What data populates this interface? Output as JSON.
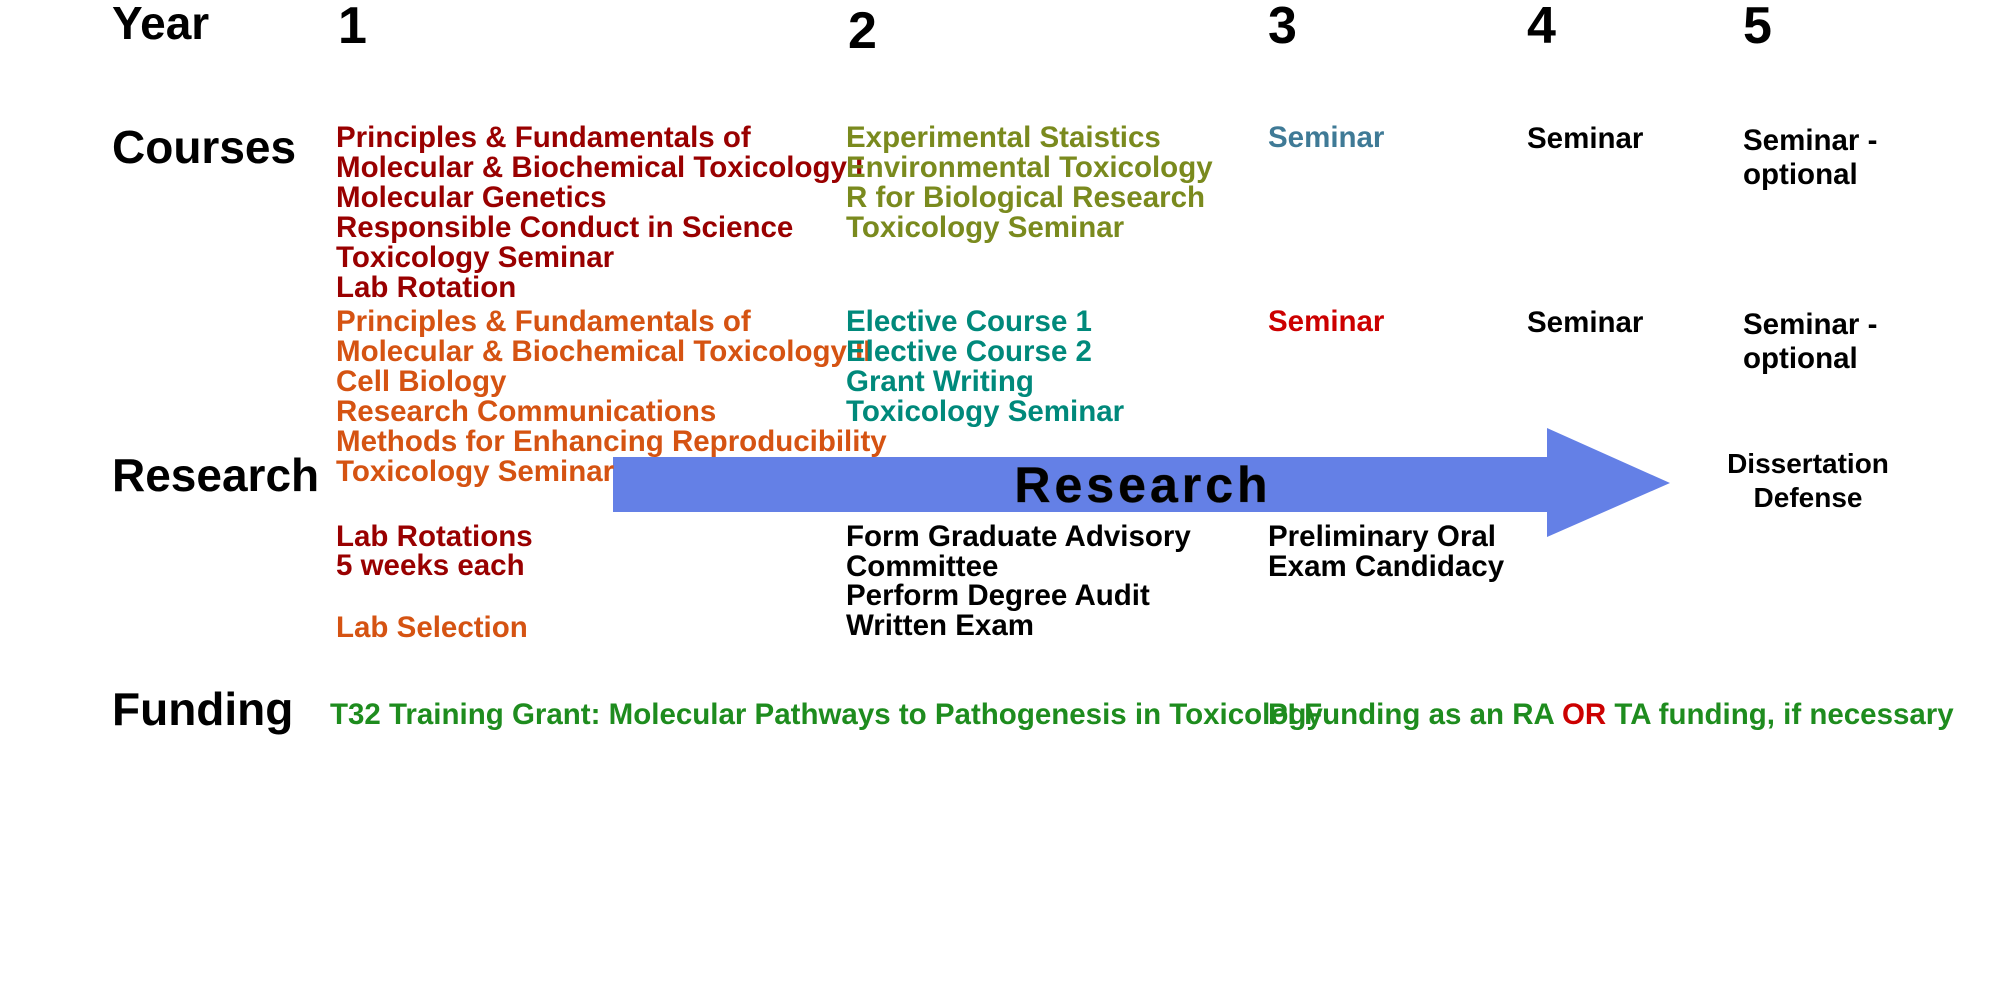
{
  "colors": {
    "dark_red": "#990000",
    "orange": "#D55312",
    "olive": "#7A8A1E",
    "teal": "#00897B",
    "steel_blue": "#3F7A96",
    "red": "#CC0000",
    "green": "#1E8C1E",
    "arrow_blue": "#6480E6",
    "black": "#000000"
  },
  "headers": {
    "year_label": "Year",
    "years": [
      "1",
      "2",
      "3",
      "4",
      "5"
    ]
  },
  "row_labels": {
    "courses": "Courses",
    "research": "Research",
    "funding": "Funding"
  },
  "courses": {
    "sem1": {
      "year1": [
        "Principles & Fundamentals of",
        "Molecular & Biochemical Toxicology I",
        "Molecular Genetics",
        "Responsible Conduct in Science",
        "Toxicology Seminar",
        "Lab Rotation"
      ],
      "year2": [
        "Experimental Staistics",
        "Environmental Toxicology",
        "R for Biological Research",
        "Toxicology Seminar"
      ],
      "year3": "Seminar",
      "year4": "Seminar",
      "year5": [
        "Seminar -",
        "optional"
      ]
    },
    "sem2": {
      "year1": [
        "Principles & Fundamentals of",
        "Molecular & Biochemical Toxicology II",
        "Cell Biology",
        "Research Communications",
        "Methods for Enhancing Reproducibility",
        "Toxicology Seminar"
      ],
      "year2": [
        "Elective Course 1",
        "Elective Course 2",
        "Grant Writing",
        "Toxicology Seminar"
      ],
      "year3": "Seminar",
      "year4": "Seminar",
      "year5": [
        "Seminar -",
        "optional"
      ]
    }
  },
  "research": {
    "arrow_label": "Research",
    "year1_rotations": [
      "Lab Rotations",
      "5 weeks each"
    ],
    "year1_selection": "Lab Selection",
    "year2_milestones": [
      "Form Graduate Advisory",
      "Committee",
      "Perform Degree Audit",
      "Written Exam"
    ],
    "year3_milestones": [
      "Preliminary Oral",
      "Exam Candidacy"
    ],
    "year5_milestone": [
      "Dissertation",
      "Defense"
    ]
  },
  "funding": {
    "t32": "T32 Training Grant: Molecular Pathways to Pathogenesis in Toxicology",
    "pi_part1": "PI Funding as an RA",
    "pi_or": "OR",
    "pi_part2": "TA funding, if necessary"
  }
}
